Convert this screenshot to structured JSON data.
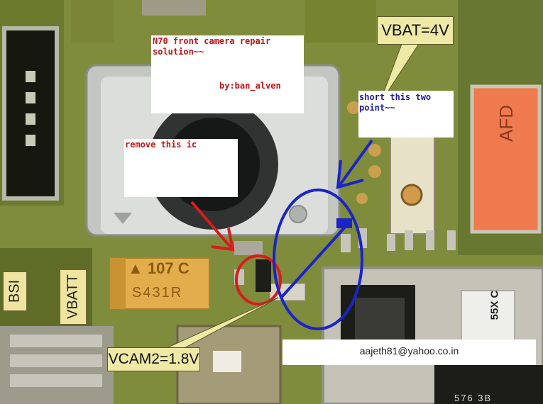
{
  "notes": {
    "title": "N70 front camera repair\nsolution~~",
    "author": "by:ban_alven",
    "short_instruction": "short this two\npoint~~",
    "remove_instruction": "remove this ic"
  },
  "labels": {
    "vbat": "VBAT=4V",
    "vcam2": "VCAM2=1.8V"
  },
  "board_markings": {
    "bsi": "BSI",
    "vbatt": "VBATT",
    "capacitor_line1": "▲ 107 C",
    "capacitor_line2": "S431R",
    "chip_right": "55X C",
    "chip_bottom": "576 3B"
  },
  "email": "aajeth81@yahoo.co.in",
  "colors": {
    "board_green": "#7d8a3a",
    "annotation_red": "#d81c1c",
    "annotation_blue": "#1a24c8",
    "label_yellow": "#efe9a6"
  }
}
